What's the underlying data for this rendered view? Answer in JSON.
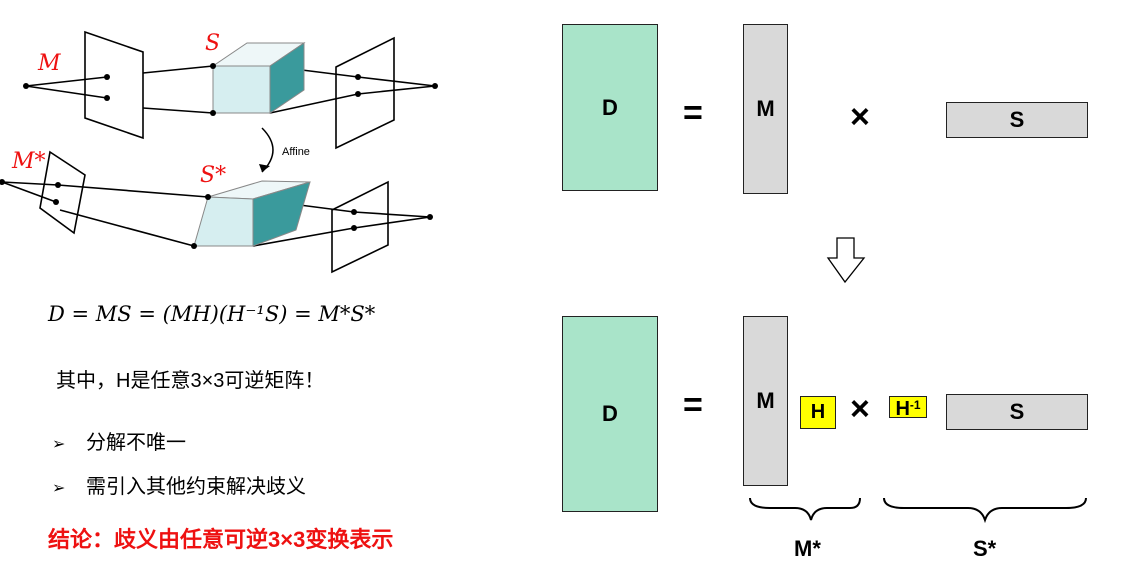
{
  "diagram": {
    "label_M": "M",
    "label_S": "S",
    "label_M_star": "M*",
    "label_S_star": "S*",
    "affine_label": "Affine"
  },
  "equation": "D = MS = (MH)(H⁻¹S) = M*S*",
  "note": "其中，H是任意3×3可逆矩阵！",
  "bullets": [
    "分解不唯一",
    "需引入其他约束解决歧义"
  ],
  "bullet_mark": "➢",
  "conclusion": "结论：歧义由任意可逆3×3变换表示",
  "matrices": {
    "top": {
      "D": "D",
      "eq": "=",
      "M": "M",
      "times": "×",
      "S": "S"
    },
    "bottom": {
      "D": "D",
      "eq": "=",
      "M": "M",
      "H": "H",
      "times": "×",
      "Hinv_base": "H",
      "Hinv_sup": "-1",
      "S": "S"
    },
    "brace_M_star": "M*",
    "brace_S_star": "S*"
  },
  "colors": {
    "D_fill": "#a9e4c9",
    "matrix_fill": "#d9d9d9",
    "H_fill": "#ffff00",
    "cube_face": "#d6eef0",
    "cube_side": "#3a9a9c",
    "label_red": "#ee1111",
    "conclusion_red": "#ee1111"
  }
}
